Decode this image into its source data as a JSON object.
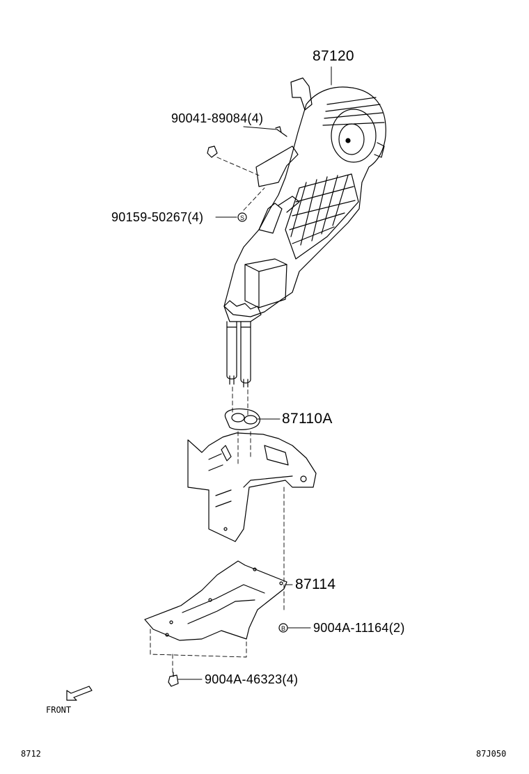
{
  "parts": {
    "blower_unit": "87120",
    "screw_top": "90041-89084(4)",
    "nut_clip": "90159-50267(4)",
    "grommet": "87110A",
    "cover": "87114",
    "bolt_right": "9004A-11164(2)",
    "bolt_bottom": "9004A-46323(4)"
  },
  "symbols": {
    "s_mark": "S",
    "b_mark": "B"
  },
  "front_label": "FRONT",
  "footer": {
    "left_code": "8712",
    "right_code": "87J050"
  }
}
